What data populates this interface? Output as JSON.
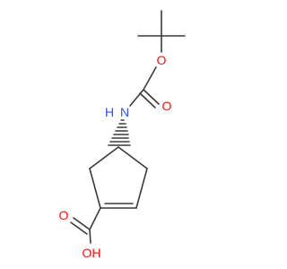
{
  "molecule": {
    "atoms": [
      {
        "id": "o_ester",
        "label": "O",
        "color": "#ff0d0d"
      },
      {
        "id": "o_carbonyl",
        "label": "O",
        "color": "#ff0d0d"
      },
      {
        "id": "nh",
        "label": "N",
        "h": "H",
        "color": "#3050f8"
      },
      {
        "id": "o_acid_carbonyl",
        "label": "O",
        "color": "#ff0d0d"
      },
      {
        "id": "oh",
        "label": "OH",
        "color": "#ff0d0d"
      }
    ],
    "colors": {
      "bond": "#3a3a3a",
      "oxygen": "#ff0d0d",
      "nitrogen": "#3050f8"
    }
  }
}
